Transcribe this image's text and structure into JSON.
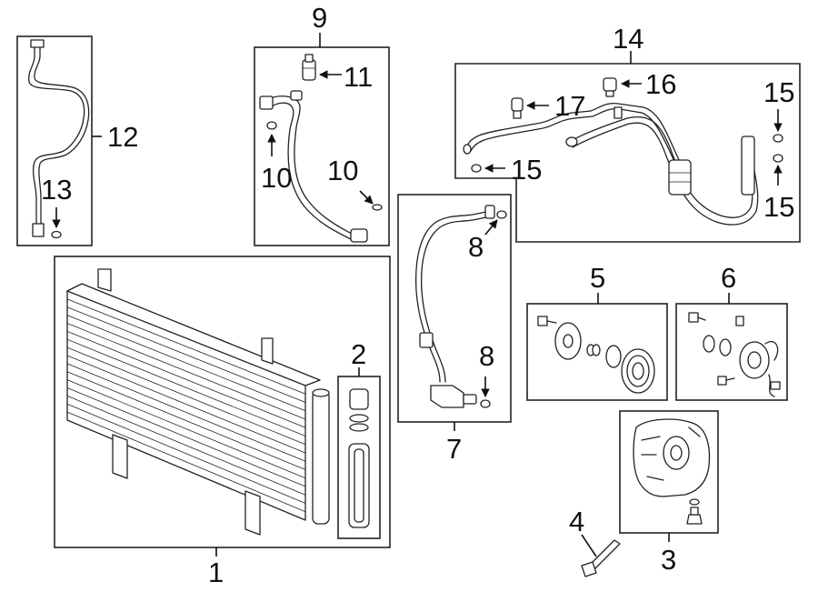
{
  "diagram": {
    "callouts": {
      "c1": "1",
      "c2": "2",
      "c3": "3",
      "c4": "4",
      "c5": "5",
      "c6": "6",
      "c7": "7",
      "c8a": "8",
      "c8b": "8",
      "c9": "9",
      "c10a": "10",
      "c10b": "10",
      "c11": "11",
      "c12": "12",
      "c13": "13",
      "c14": "14",
      "c15a": "15",
      "c15b": "15",
      "c15c": "15",
      "c16": "16",
      "c17": "17"
    },
    "colors": {
      "line": "#222222",
      "background": "#ffffff"
    }
  }
}
